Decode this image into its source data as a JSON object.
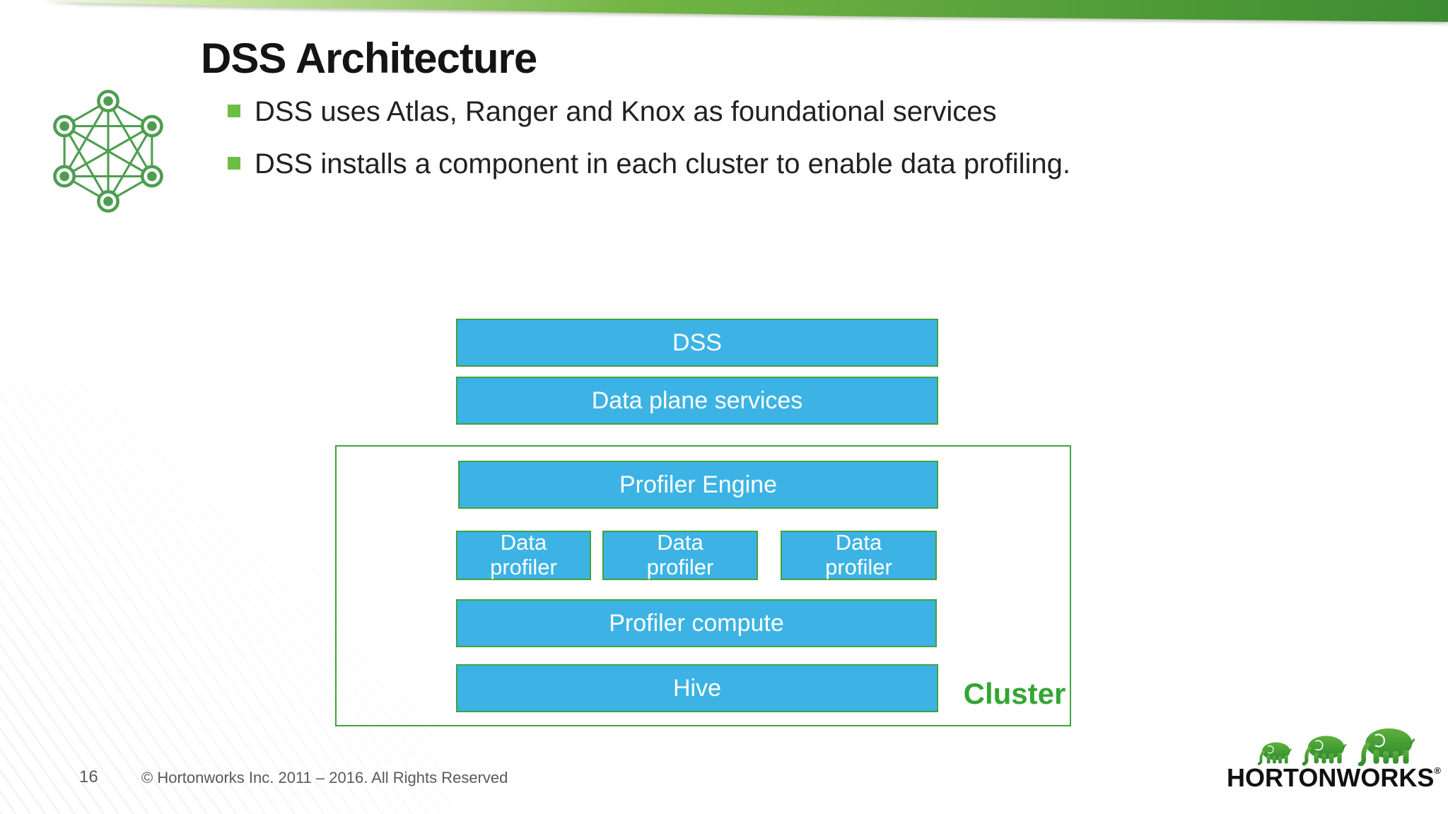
{
  "slide": {
    "title": "DSS Architecture",
    "bullets": [
      "DSS uses Atlas, Ranger and Knox as foundational services",
      "DSS installs a component in each cluster to enable data profiling."
    ],
    "page_number": "16",
    "copyright": "© Hortonworks Inc. 2011 – 2016. All Rights Reserved"
  },
  "diagram": {
    "boxes": {
      "dss": "DSS",
      "data_plane": "Data plane services",
      "profiler_engine": "Profiler Engine",
      "data_profilers": [
        "Data profiler",
        "Data profiler",
        "Data profiler"
      ],
      "profiler_compute": "Profiler compute",
      "hive": "Hive"
    },
    "cluster_label": "Cluster"
  },
  "logo": {
    "text": "HORTONWORKS",
    "registered_mark": "®"
  },
  "icons": {
    "network_hexagon": "green-network-graph-icon",
    "elephants": "hortonworks-three-elephants-logo"
  },
  "colors": {
    "box_fill": "#3CB3E4",
    "box_border": "#3FA33C",
    "cluster_border": "#3FA33C",
    "cluster_label": "#33A532",
    "bullet_marker": "#6CBE44",
    "ribbon_dark": "#3C8C31",
    "ribbon_light": "#EAF5DA",
    "footer_text": "#595959"
  }
}
